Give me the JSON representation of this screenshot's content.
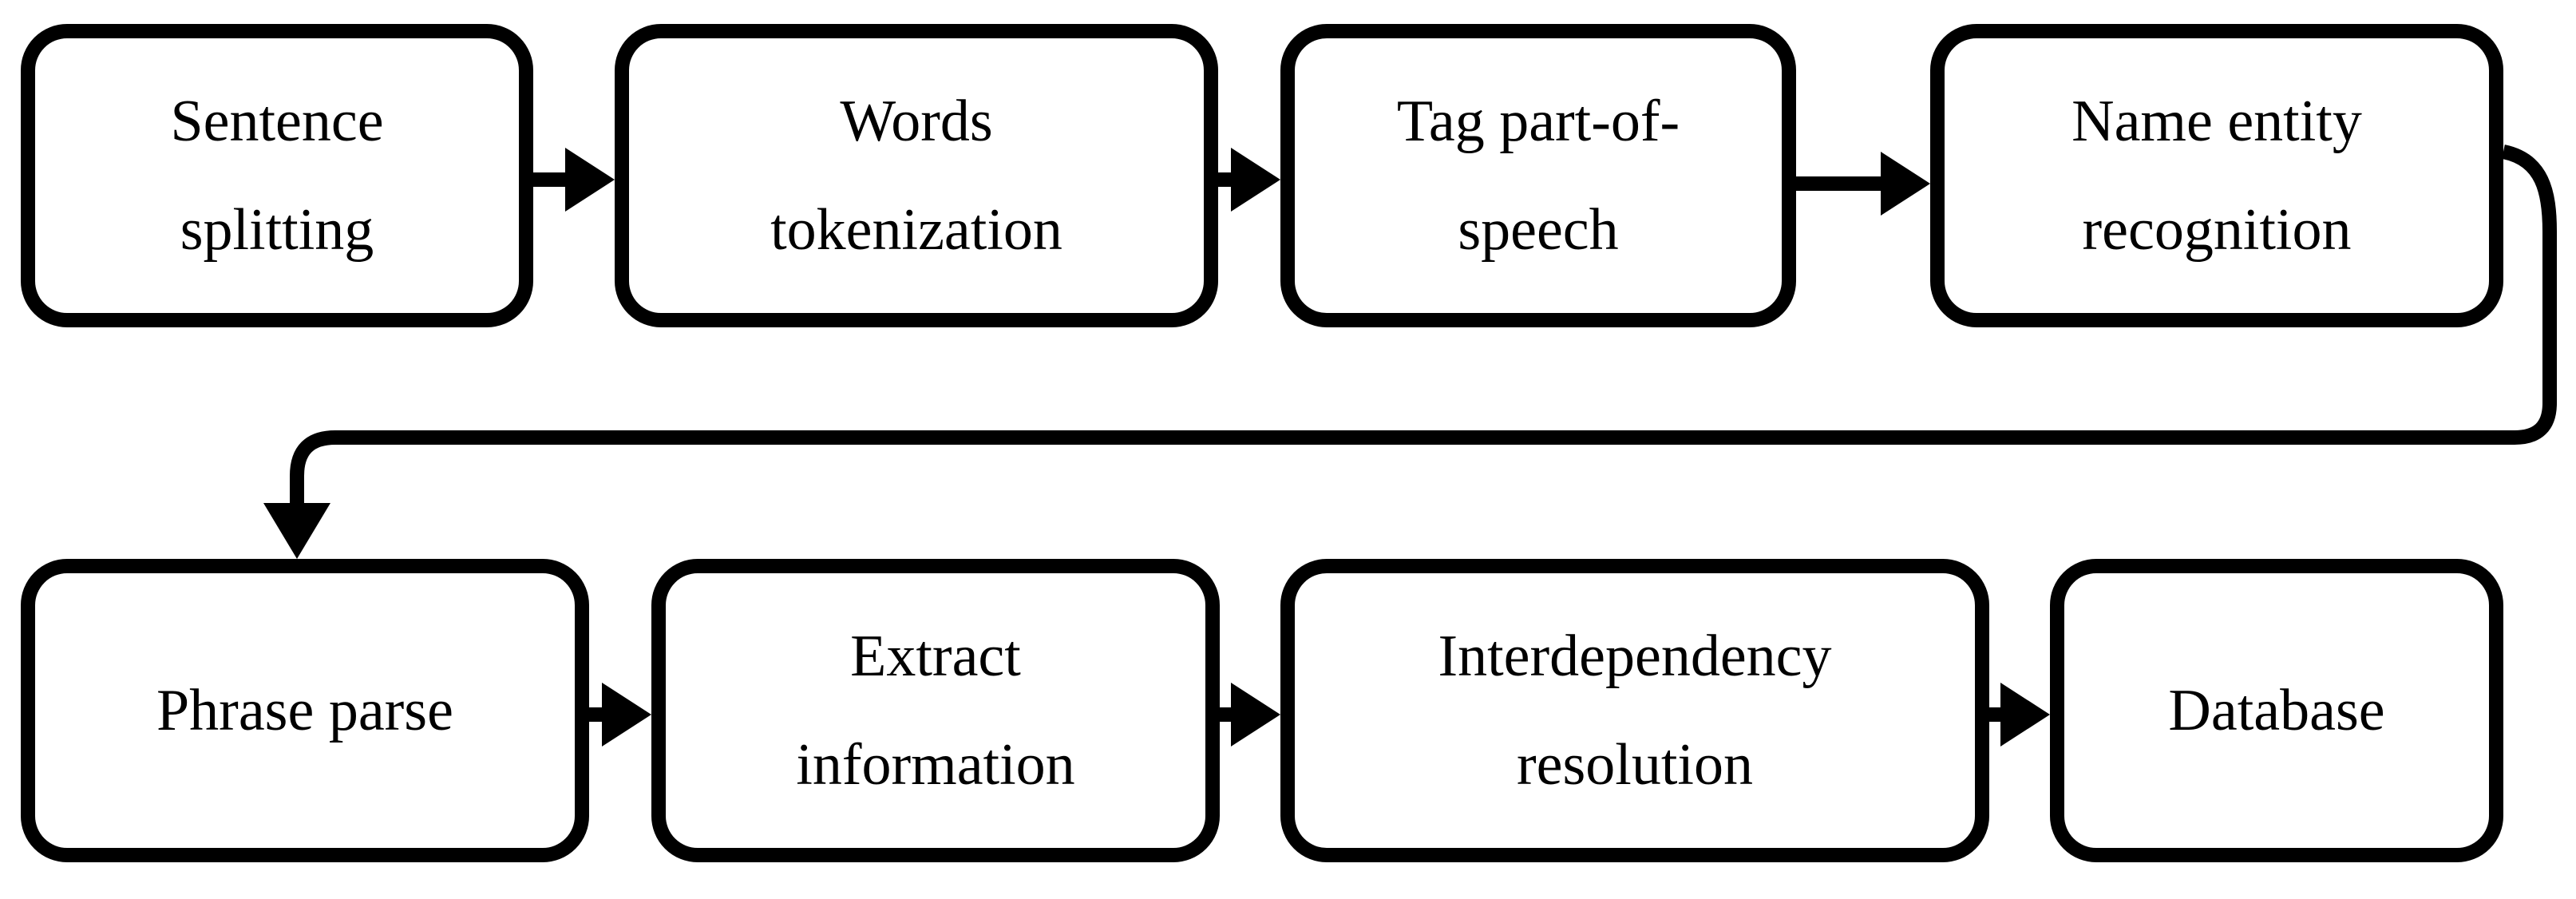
{
  "diagram": {
    "nodes": [
      {
        "id": "sentence-splitting",
        "label": "Sentence\nsplitting"
      },
      {
        "id": "words-tokenization",
        "label": "Words\ntokenization"
      },
      {
        "id": "tag-part-of-speech",
        "label": "Tag part-of-\nspeech"
      },
      {
        "id": "name-entity-recognition",
        "label": "Name entity\nrecognition"
      },
      {
        "id": "phrase-parse",
        "label": "Phrase parse"
      },
      {
        "id": "extract-information",
        "label": "Extract\ninformation"
      },
      {
        "id": "interdependency-resolution",
        "label": "Interdependency\nresolution"
      },
      {
        "id": "database",
        "label": "Database"
      }
    ],
    "edges": [
      {
        "from": "sentence-splitting",
        "to": "words-tokenization"
      },
      {
        "from": "words-tokenization",
        "to": "tag-part-of-speech"
      },
      {
        "from": "tag-part-of-speech",
        "to": "name-entity-recognition"
      },
      {
        "from": "name-entity-recognition",
        "to": "phrase-parse"
      },
      {
        "from": "phrase-parse",
        "to": "extract-information"
      },
      {
        "from": "extract-information",
        "to": "interdependency-resolution"
      },
      {
        "from": "interdependency-resolution",
        "to": "database"
      }
    ],
    "colors": {
      "stroke": "#000000",
      "background": "#ffffff"
    }
  }
}
